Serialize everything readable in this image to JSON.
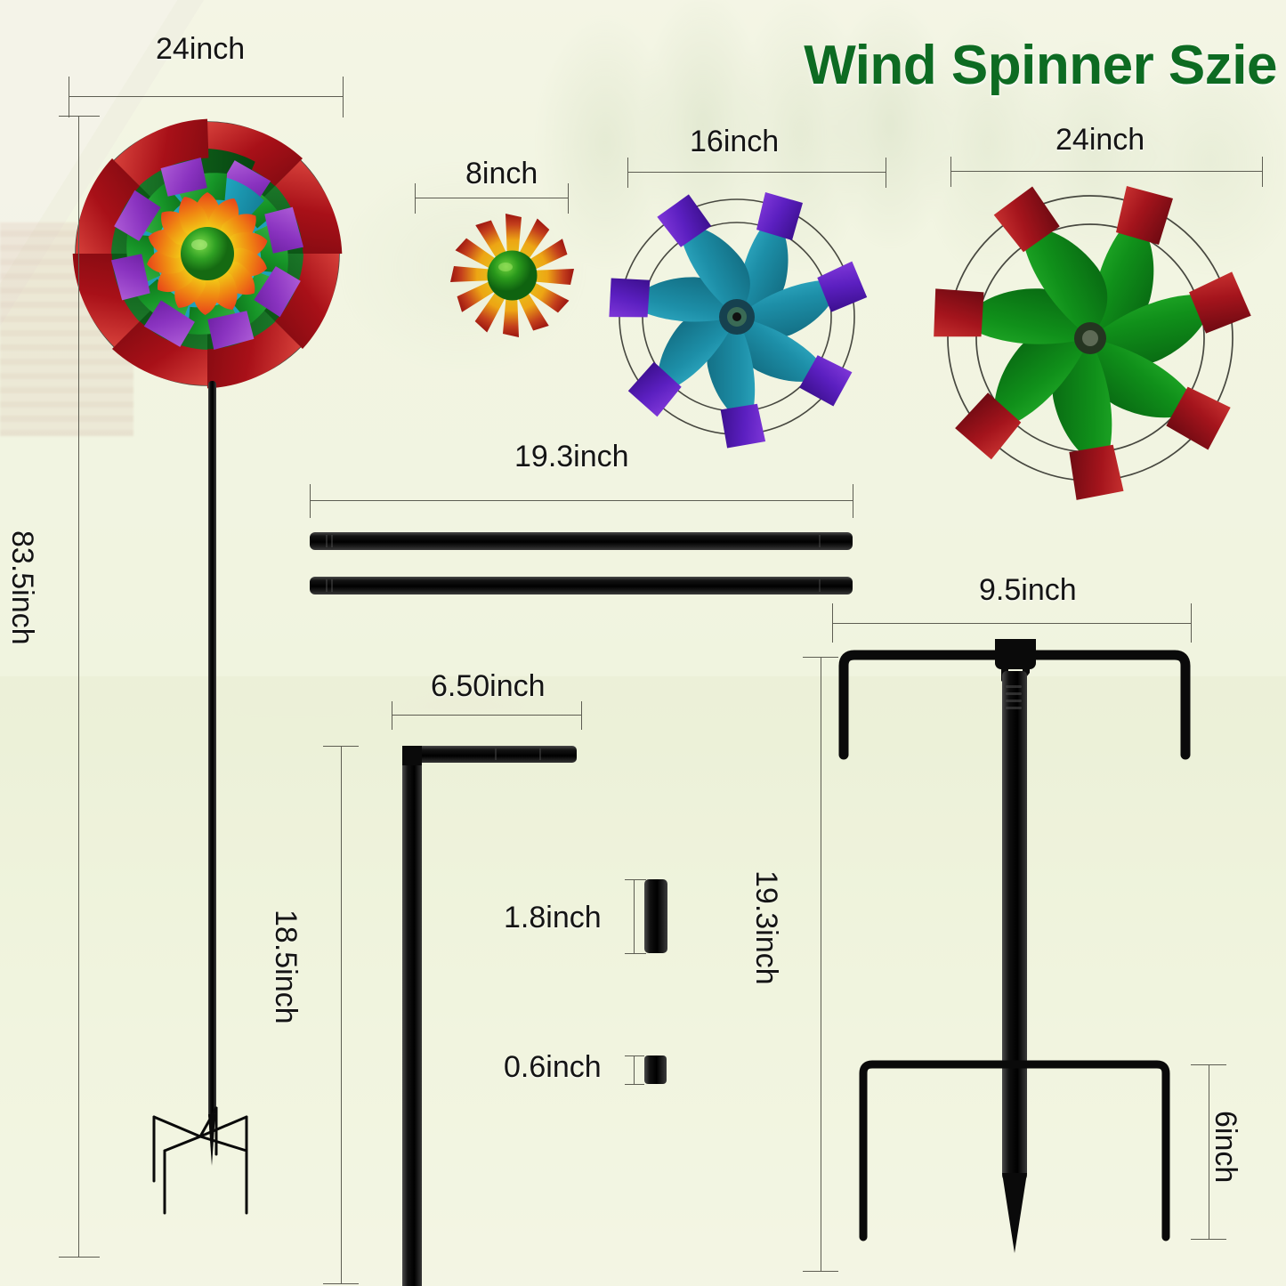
{
  "title": "Wind Spinner Szie",
  "brand_color": "#0d6b22",
  "dimensions": {
    "main_spinner_width": "24inch",
    "main_spinner_total_height": "83.5inch",
    "small_spinner_width": "8inch",
    "blue_spinner_width": "16inch",
    "green_spinner_width": "24inch",
    "pole_segment_length": "19.3inch",
    "bracket_arm_length": "6.50inch",
    "bracket_leg_length": "18.5inch",
    "connector_long": "1.8inch",
    "connector_short": "0.6inch",
    "stake_crossbar_width": "9.5inch",
    "stake_height": "19.3inch",
    "stake_leg_height": "6inch"
  },
  "parts": {
    "main_spinner": {
      "name": "rainbow-windmill-spinner",
      "layers": [
        "outer-red-green-blades",
        "mid-purple-teal-blades",
        "inner-rainbow-petals",
        "green-hub"
      ]
    },
    "small_spinner": {
      "name": "sunflower-spinner",
      "colors": [
        "#c0261f",
        "#e8c21a",
        "#1f8a1f"
      ]
    },
    "blue_spinner": {
      "name": "teal-purple-spinner",
      "colors": [
        "#1d8fa3",
        "#5b2bb5"
      ]
    },
    "green_spinner": {
      "name": "green-red-spinner",
      "colors": [
        "#0f8a18",
        "#a81822"
      ]
    },
    "pole_segments": {
      "name": "pole-segment",
      "count": 2
    },
    "bracket": {
      "name": "l-bracket-arm"
    },
    "connectors": {
      "name": "connector-sleeve",
      "count": 2
    },
    "ground_stake": {
      "name": "ground-stake-assembly"
    }
  }
}
